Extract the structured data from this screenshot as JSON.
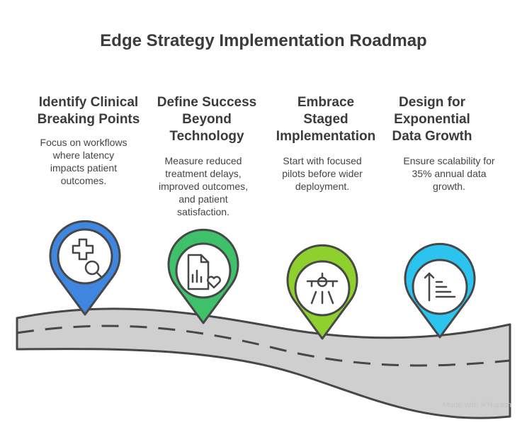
{
  "title": "Edge Strategy Implementation Roadmap",
  "steps": [
    {
      "heading_lines": [
        "Identify Clinical",
        "Breaking Points"
      ],
      "desc_lines": [
        "Focus on workflows",
        "where latency",
        "impacts patient",
        "outcomes."
      ],
      "icon": "clinical-search-icon",
      "color": "#3f86e0"
    },
    {
      "heading_lines": [
        "Define Success",
        "Beyond",
        "Technology"
      ],
      "desc_lines": [
        "Measure reduced",
        "treatment delays,",
        "improved outcomes,",
        "and patient",
        "satisfaction."
      ],
      "icon": "document-chart-heart-icon",
      "color": "#3fc06b"
    },
    {
      "heading_lines": [
        "Embrace",
        "Staged",
        "Implementation"
      ],
      "desc_lines": [
        "Start with focused",
        "pilots before wider",
        "deployment."
      ],
      "icon": "runway-landing-icon",
      "color": "#8ed12f"
    },
    {
      "heading_lines": [
        "Design for",
        "Exponential",
        "Data Growth"
      ],
      "desc_lines": [
        "Ensure scalability for",
        "35% annual data",
        "growth."
      ],
      "icon": "ascending-bars-icon",
      "color": "#2cc4ef"
    }
  ],
  "watermark": "Made with ≯ Napkin"
}
